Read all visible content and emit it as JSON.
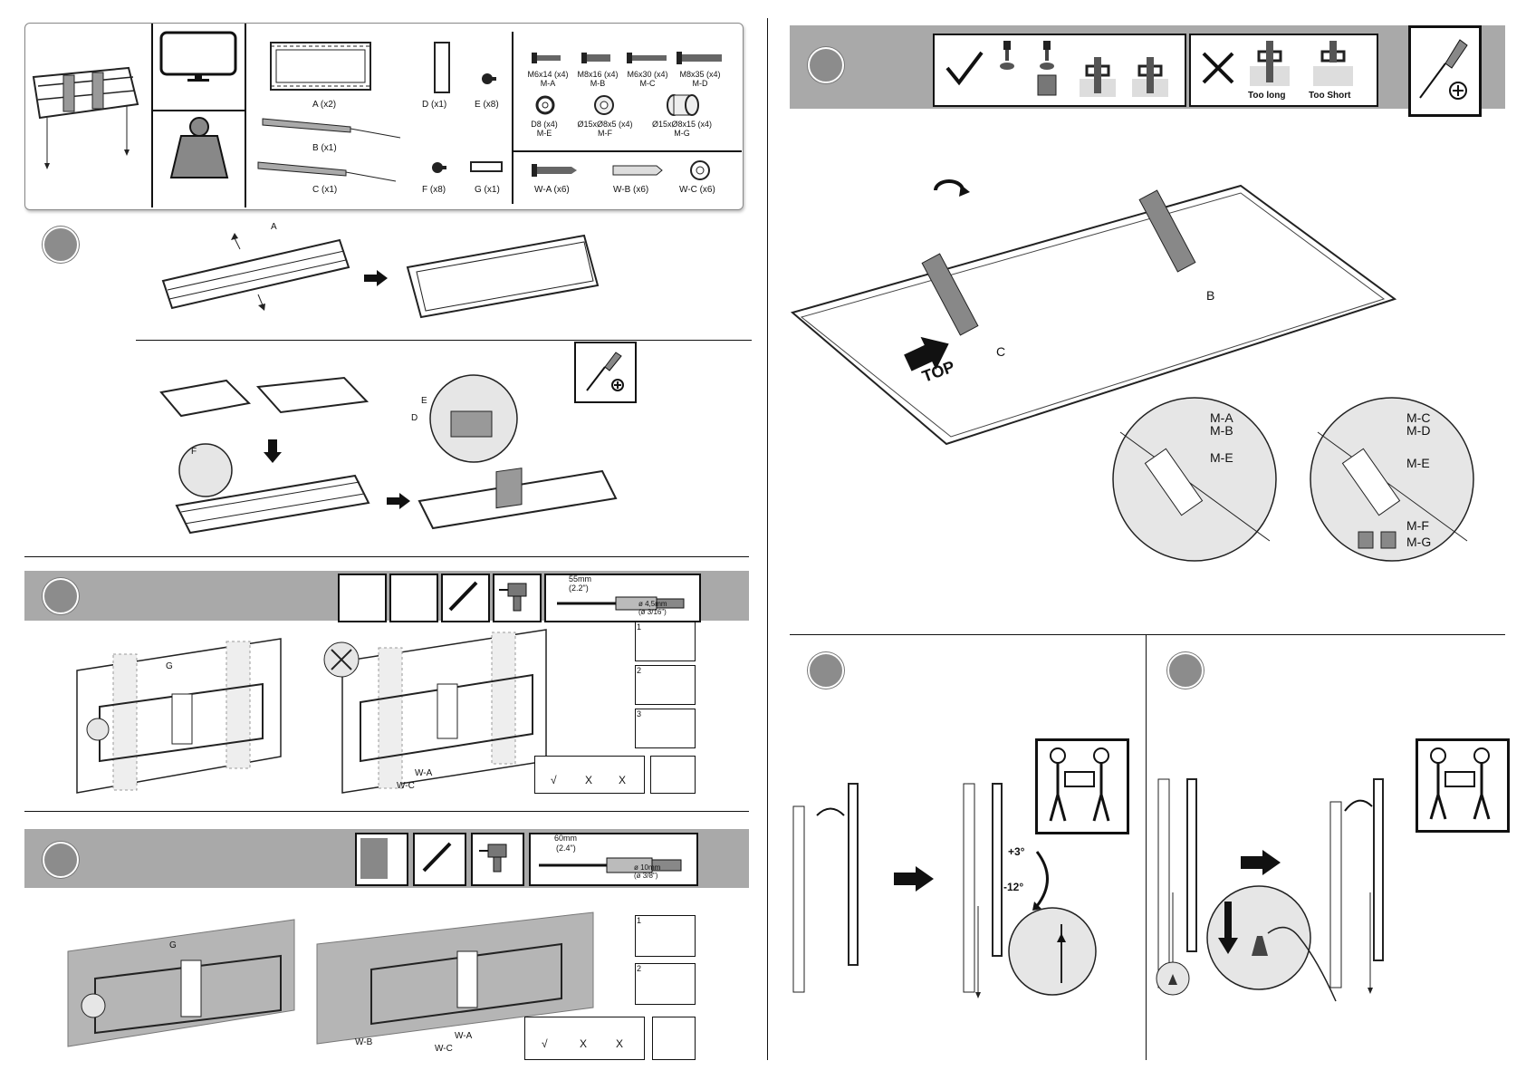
{
  "hardware": {
    "parts": [
      {
        "id": "A",
        "label": "A (x2)"
      },
      {
        "id": "B",
        "label": "B (x1)"
      },
      {
        "id": "C",
        "label": "C (x1)"
      },
      {
        "id": "D",
        "label": "D (x1)"
      },
      {
        "id": "E",
        "label": "E (x8)"
      },
      {
        "id": "F",
        "label": "F (x8)"
      },
      {
        "id": "G",
        "label": "G (x1)"
      }
    ],
    "screws": [
      {
        "size": "M6x14 (x4)",
        "code": "M-A"
      },
      {
        "size": "M8x16 (x4)",
        "code": "M-B"
      },
      {
        "size": "M6x30 (x4)",
        "code": "M-C"
      },
      {
        "size": "M8x35 (x4)",
        "code": "M-D"
      }
    ],
    "washers": [
      {
        "size": "D8 (x4)",
        "code": "M-E"
      },
      {
        "size": "Ø15xØ8x5 (x4)",
        "code": "M-F"
      },
      {
        "size": "Ø15xØ8x15 (x4)",
        "code": "M-G"
      }
    ],
    "wall": [
      {
        "code": "W-A (x6)"
      },
      {
        "code": "W-B (x6)"
      },
      {
        "code": "W-C (x6)"
      }
    ]
  },
  "step1": {
    "label_a": "A",
    "label_e": "E",
    "label_d": "D",
    "label_f": "F"
  },
  "step2": {
    "depth": "55mm",
    "depth_in": "(2.2\")",
    "bit": "ø 4,5mm",
    "bit_in": "(ø 3/16\")",
    "label_g": "G",
    "label_wa": "W-A",
    "label_wc": "W-C",
    "sub_steps": [
      "1",
      "2",
      "3"
    ],
    "level_marks": [
      "√",
      "X",
      "X"
    ]
  },
  "step3": {
    "depth": "60mm",
    "depth_in": "(2.4\")",
    "bit": "ø 10mm",
    "bit_in": "(ø 3/8\")",
    "label_g": "G",
    "label_wb": "W-B",
    "label_wa": "W-A",
    "label_wc": "W-C",
    "sub_steps": [
      "1",
      "2"
    ],
    "level_marks": [
      "√",
      "X",
      "X"
    ]
  },
  "step4": {
    "too_long": "Too long",
    "too_short": "Too Short",
    "label_b": "B",
    "label_c": "C",
    "top": "TOP",
    "detail_left": [
      "M-A",
      "M-B",
      "M-E"
    ],
    "detail_right": [
      "M-C",
      "M-D",
      "M-E",
      "M-F",
      "M-G"
    ]
  },
  "step5": {
    "tilt_up": "+3°",
    "tilt_down": "-12°"
  },
  "colors": {
    "band": "#a9a9a9",
    "circle": "#8c8c8c",
    "detail_bg": "#e6e6e6",
    "concrete": "#b5b5b5"
  }
}
